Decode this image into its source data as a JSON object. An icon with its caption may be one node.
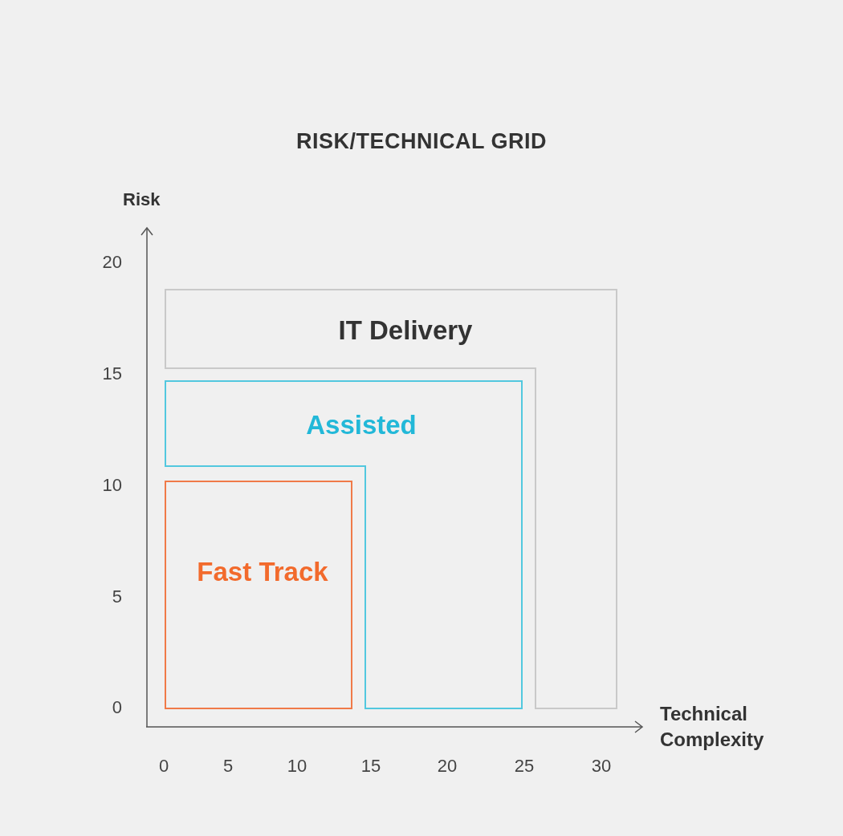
{
  "diagram": {
    "title": "RISK/TECHNICAL GRID",
    "nodes": [
      {
        "text": [
          "IT Delivery"
        ]
      },
      {
        "text": [
          "Assisted"
        ]
      },
      {
        "text": [
          "Fast Track"
        ]
      }
    ],
    "edges": [],
    "labels": [
      "Risk",
      "20",
      "15",
      "10",
      "5",
      "0",
      "Technical Complexity",
      "0",
      "5",
      "10",
      "15",
      "20",
      "25",
      "30"
    ]
  }
}
